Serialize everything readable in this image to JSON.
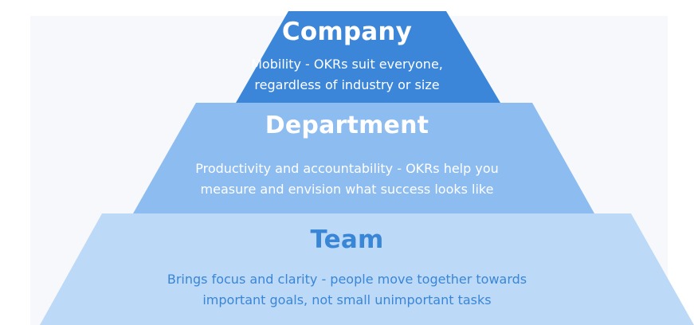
{
  "tiers": {
    "company": {
      "title": "Company",
      "line1": "Mobility - OKRs suit everyone,",
      "line2": "regardless of industry or size"
    },
    "department": {
      "title": "Department",
      "line1": "Productivity and accountability - OKRs help you",
      "line2": "measure and envision what success looks like"
    },
    "team": {
      "title": "Team",
      "line1": "Brings focus and clarity - people move together towards",
      "line2": "important goals, not small unimportant tasks"
    }
  },
  "colors": {
    "company_fill": "#3b86d8",
    "department_fill": "#8dbcf0",
    "team_fill": "#bcd9f7",
    "team_text": "#3a86d6",
    "backdrop": "#f6f8fb"
  }
}
